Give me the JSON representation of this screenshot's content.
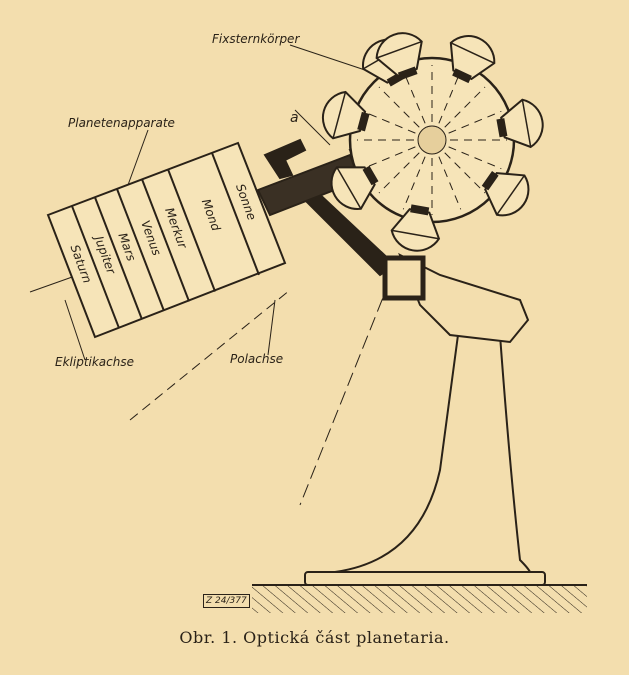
{
  "figure": {
    "caption": "Obr. 1. Optická část planetaria.",
    "stamp": "Z 24/377",
    "labels": {
      "fixstern": "Fixsternkörper",
      "planeten": "Planetenapparate",
      "a": "a",
      "ekliptik": "Ekliptikachse",
      "polachse": "Polachse"
    },
    "planets": [
      "Saturn",
      "Jupiter",
      "Mars",
      "Venus",
      "Merkur",
      "Mond",
      "Sonne"
    ]
  }
}
